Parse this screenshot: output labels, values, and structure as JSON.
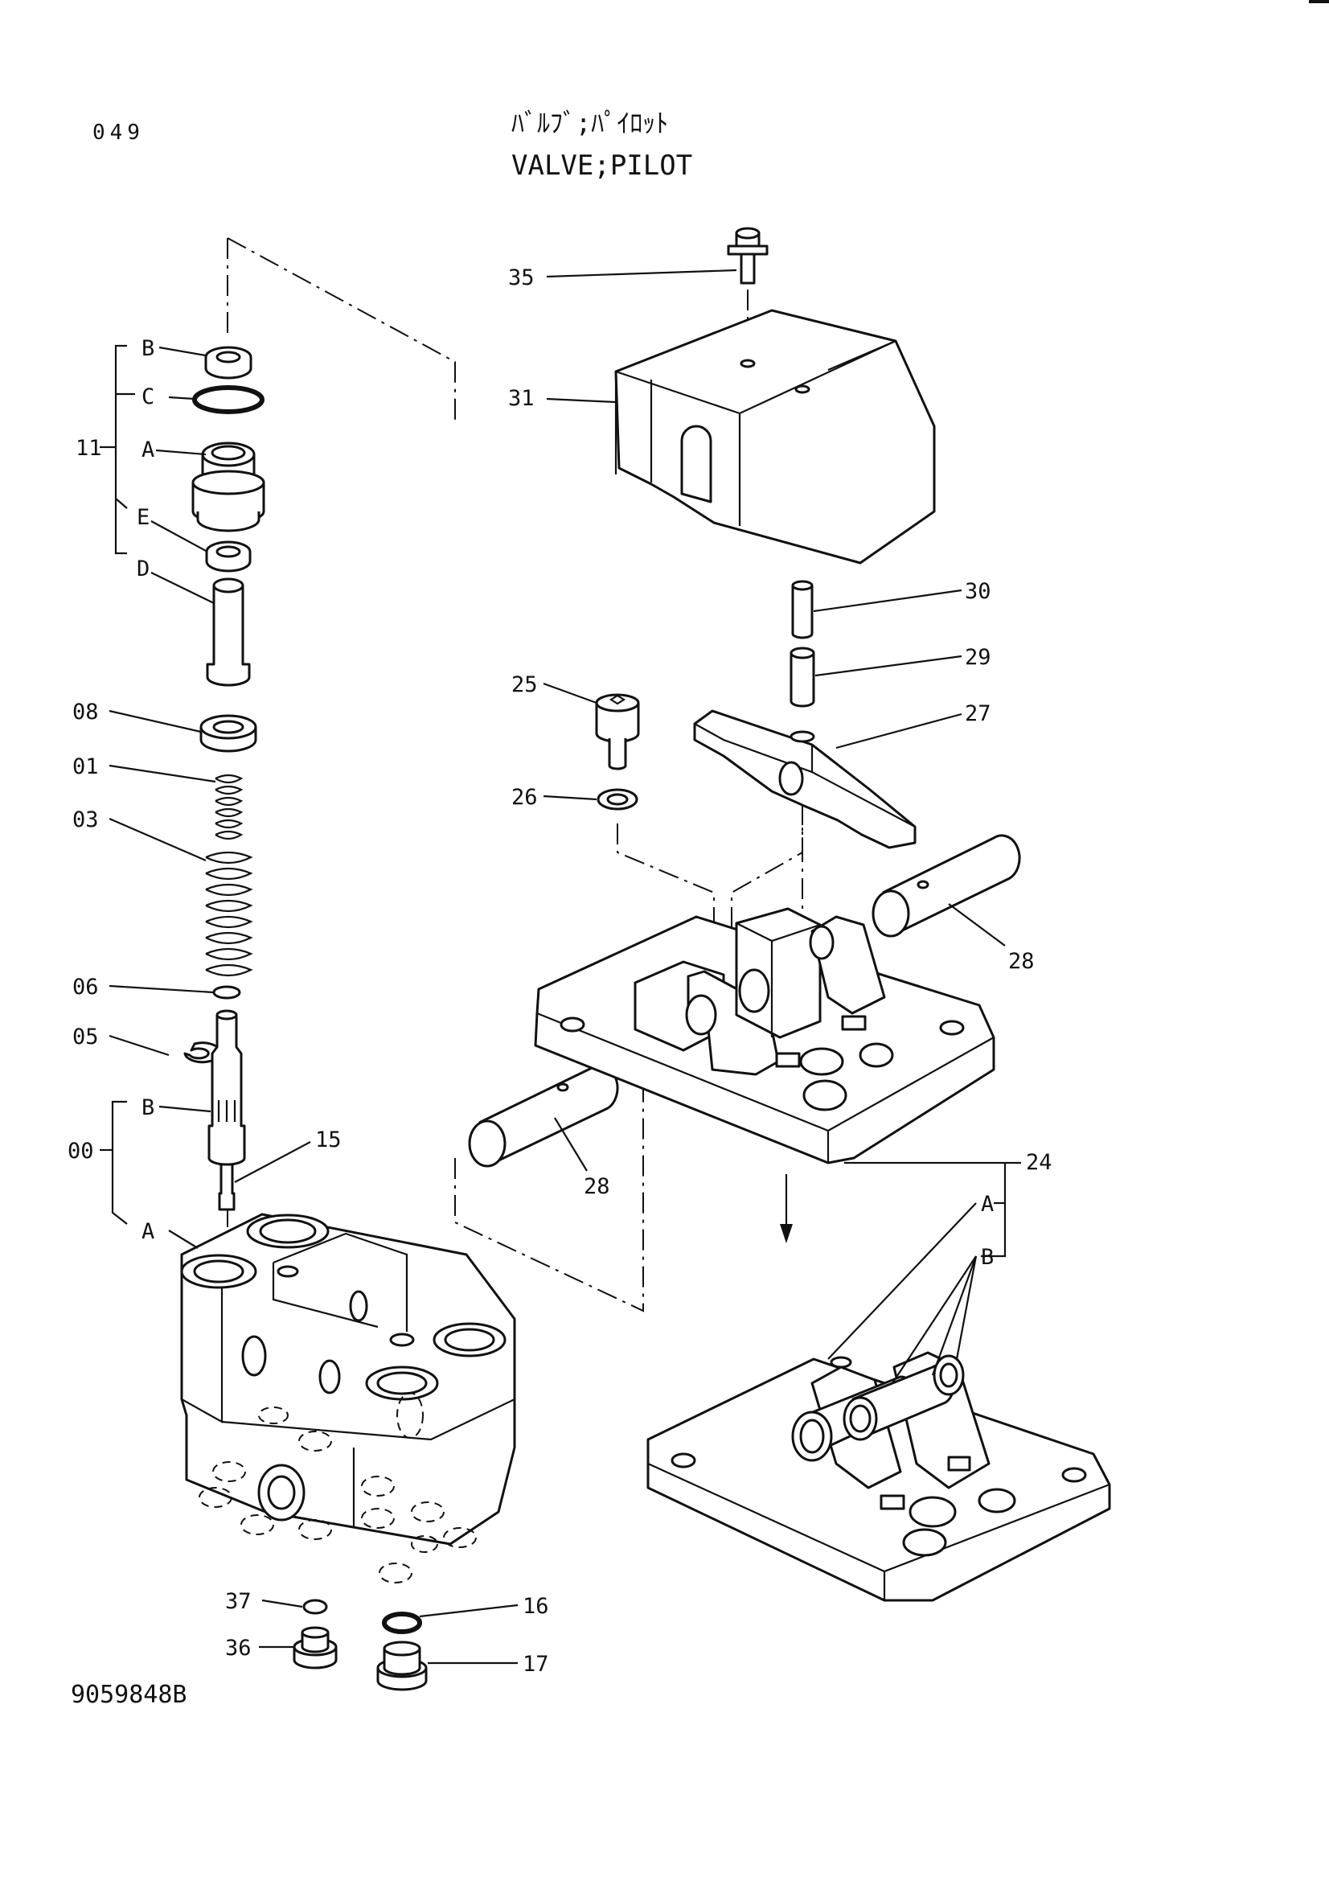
{
  "page_number": "049",
  "title_jp": "ﾊﾞﾙﾌﾞ;ﾊﾟｲﾛｯﾄ",
  "title_en": "VALVE;PILOT",
  "drawing_number": "9059848B",
  "callouts": {
    "c35": "35",
    "c31": "31",
    "c30": "30",
    "c29": "29",
    "c27": "27",
    "c25": "25",
    "c26": "26",
    "c28a": "28",
    "c28b": "28",
    "c24": "24",
    "c24A": "A",
    "c24B": "B",
    "c11": "11",
    "c11B": "B",
    "c11C": "C",
    "c11A": "A",
    "c11E": "E",
    "c11D": "D",
    "c08": "08",
    "c01": "01",
    "c03": "03",
    "c06": "06",
    "c05": "05",
    "c00": "00",
    "c00B": "B",
    "c00A": "A",
    "c15": "15",
    "c37": "37",
    "c36": "36",
    "c16": "16",
    "c17": "17"
  }
}
